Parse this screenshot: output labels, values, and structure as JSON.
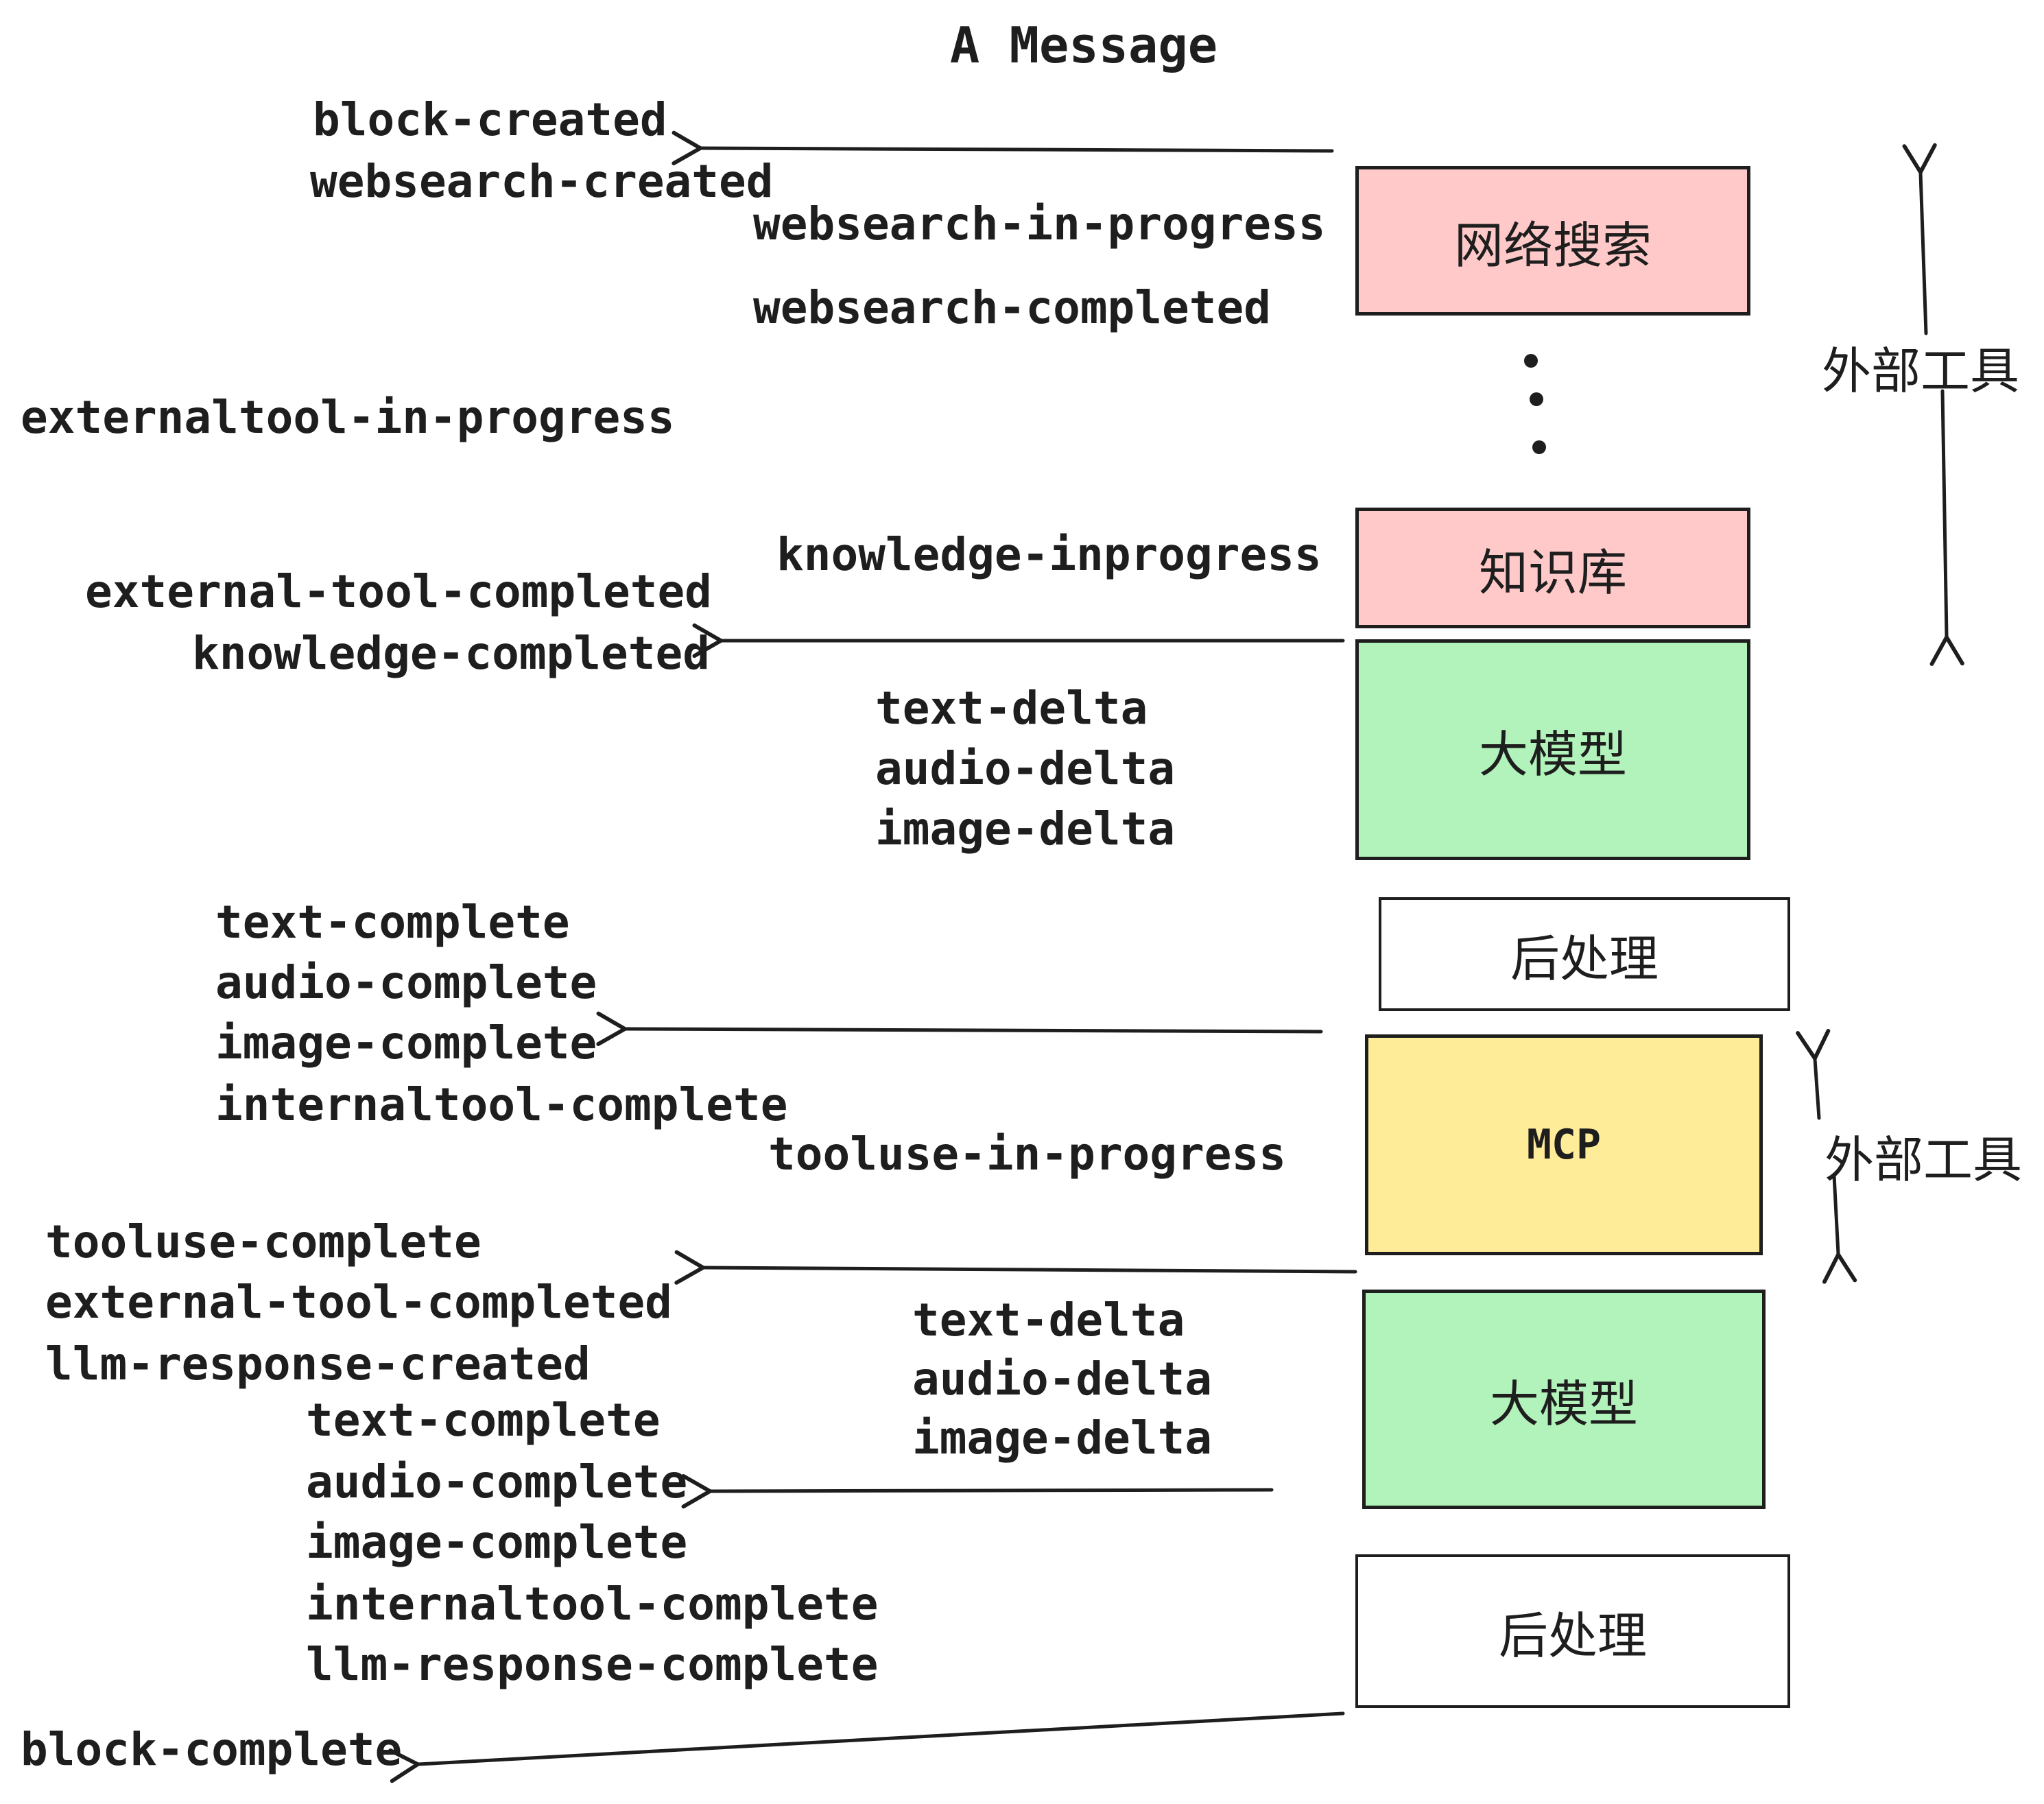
{
  "title": "A Message",
  "boxes": {
    "websearch": {
      "label": "网络搜索",
      "color": "#FFC9C9"
    },
    "knowledge": {
      "label": "知识库",
      "color": "#FFC9C9"
    },
    "llm1": {
      "label": "大模型",
      "color": "#B2F2BB"
    },
    "post1": {
      "label": "后处理",
      "color": "#FFFFFF"
    },
    "mcp": {
      "label": "MCP",
      "color": "#FFEC99"
    },
    "llm2": {
      "label": "大模型",
      "color": "#B2F2BB"
    },
    "post2": {
      "label": "后处理",
      "color": "#FFFFFF"
    }
  },
  "side_labels": {
    "external_tools_top": "外部工具",
    "external_tools_bottom": "外部工具"
  },
  "events": {
    "block_created": "block-created",
    "websearch_created": "websearch-created",
    "websearch_in_progress": "websearch-in-progress",
    "websearch_completed": "websearch-completed",
    "externaltool_in_progress": "externaltool-in-progress",
    "knowledge_inprogress": "knowledge-inprogress",
    "external_tool_completed_1": "external-tool-completed",
    "knowledge_completed": "knowledge-completed",
    "text_delta_1": "text-delta",
    "audio_delta_1": "audio-delta",
    "image_delta_1": "image-delta",
    "text_complete_1": "text-complete",
    "audio_complete_1": "audio-complete",
    "image_complete_1": "image-complete",
    "internaltool_complete_1": "internaltool-complete",
    "tooluse_in_progress": "tooluse-in-progress",
    "tooluse_complete": "tooluse-complete",
    "external_tool_completed_2": "external-tool-completed",
    "llm_response_created": "llm-response-created",
    "text_complete_2": "text-complete",
    "audio_complete_2": "audio-complete",
    "image_complete_2": "image-complete",
    "internaltool_complete_2": "internaltool-complete",
    "llm_response_complete": "llm-response-complete",
    "text_delta_2": "text-delta",
    "audio_delta_2": "audio-delta",
    "image_delta_2": "image-delta",
    "block_complete": "block-complete"
  },
  "colors": {
    "ink": "#1e1e1e",
    "pink": "#FFC9C9",
    "green": "#B2F2BB",
    "yellow": "#FFEC99",
    "white": "#FFFFFF"
  }
}
